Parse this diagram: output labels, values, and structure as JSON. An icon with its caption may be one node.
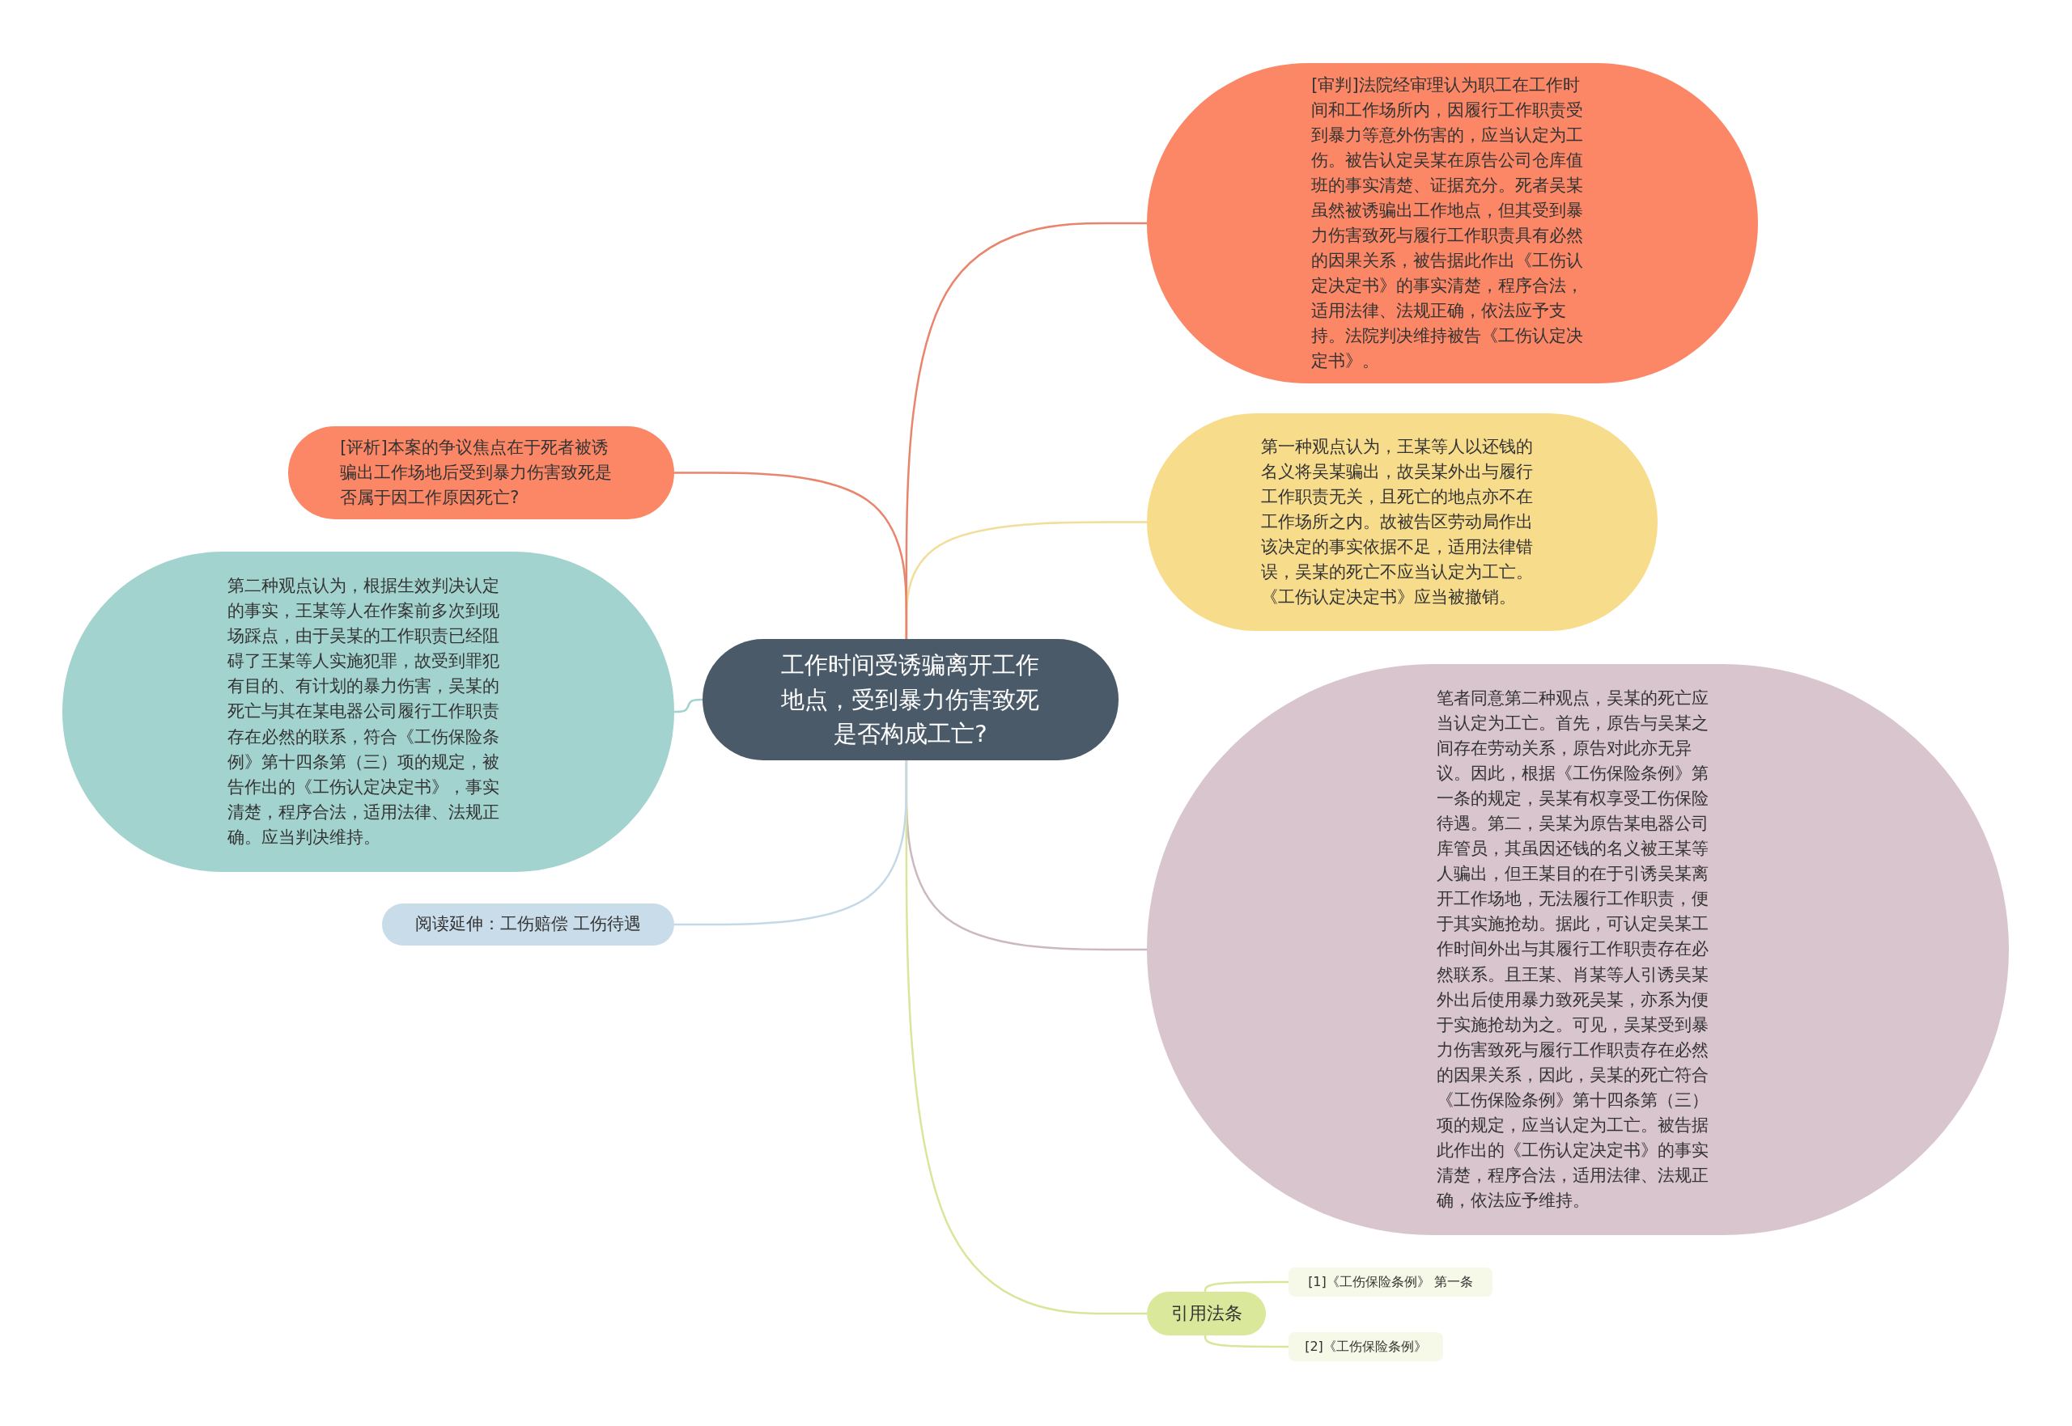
{
  "diagram": {
    "nodes": [
      {
        "text": [
          "工作时间受诱骗离开工作地点，受到暴力伤害致死是否构成工亡?"
        ]
      },
      {
        "text": [
          "[审判]法院经审理认为职工在工作时间和工作场所内，因履行工作职责受到暴力等意外伤害的，应当认定为工伤。被告认定吴某在原告公司仓库值班的事实清楚、证据充分。死者吴某虽然被诱骗出工作地点，但其受到暴力伤害致死与履行工作职责具有必然的因果关系，被告据此作出《工伤认定决定书》的事实清楚，程序合法，适用法律、法规正确，依法应予支持。法院判决维持被告《工伤认定决定书》。"
        ]
      },
      {
        "text": [
          "第一种观点认为，王某等人以还钱的名义将吴某骗出，故吴某外出与履行工作职责无关，且死亡的地点亦不在工作场所之内。故被告区劳动局作出该决定的事实依据不足，适用法律错误，吴某的死亡不应当认定为工亡。《工伤认定决定书》应当被撤销。"
        ]
      },
      {
        "text": [
          "笔者同意第二种观点，吴某的死亡应当认定为工亡。首先，原告与吴某之间存在劳动关系，原告对此亦无异议。因此，根据《工伤保险条例》第一条的规定，吴某有权享受工伤保险待遇。第二，吴某为原告某电器公司库管员，其虽因还钱的名义被王某等人骗出，但王某目的在于引诱吴某离开工作场地，无法履行工作职责，便于其实施抢劫。据此，可认定吴某工作时间外出与其履行工作职责存在必然联系。且王某、肖某等人引诱吴某外出后使用暴力致死吴某，亦系为便于实施抢劫为之。可见，吴某受到暴力伤害致死与履行工作职责存在必然的因果关系，因此，吴某的死亡符合《工伤保险条例》第十四条第（三）项的规定，应当认定为工亡。被告据此作出的《工伤认定决定书》的事实清楚，程序合法，适用法律、法规正确，依法应予维持。"
        ]
      },
      {
        "text": [
          "引用法条"
        ]
      },
      {
        "text": [
          "[1]《工伤保险条例》 第一条"
        ]
      },
      {
        "text": [
          "[2]《工伤保险条例》"
        ]
      },
      {
        "text": [
          "[评析]本案的争议焦点在于死者被诱骗出工作场地后受到暴力伤害致死是否属于因工作原因死亡?"
        ]
      },
      {
        "text": [
          "第二种观点认为，根据生效判决认定的事实，王某等人在作案前多次到现场踩点，由于吴某的工作职责已经阻碍了王某等人实施犯罪，故受到罪犯有目的、有计划的暴力伤害，吴某的死亡与其在某电器公司履行工作职责存在必然的联系，符合《工伤保险条例》第十四条第（三）项的规定，被告作出的《工伤认定决定书》，事实清楚，程序合法，适用法律、法规正确。应当判决维持。"
        ]
      },
      {
        "text": [
          "阅读延伸：工伤赔偿 工伤待遇"
        ]
      }
    ],
    "edges": [
      {
        "from": 0,
        "to": 1,
        "arrow": "none",
        "color": "#e8856c"
      },
      {
        "from": 0,
        "to": 2,
        "arrow": "none",
        "color": "#f1de98"
      },
      {
        "from": 0,
        "to": 3,
        "arrow": "none",
        "color": "#ccb8c1"
      },
      {
        "from": 0,
        "to": 4,
        "arrow": "none",
        "color": "#d8e69a"
      },
      {
        "from": 4,
        "to": 5,
        "arrow": "none",
        "color": "#d8e69a"
      },
      {
        "from": 4,
        "to": 6,
        "arrow": "none",
        "color": "#d8e69a"
      },
      {
        "from": 0,
        "to": 7,
        "arrow": "none",
        "color": "#e8856c"
      },
      {
        "from": 0,
        "to": 8,
        "arrow": "none",
        "color": "#a3d3cf"
      },
      {
        "from": 0,
        "to": 9,
        "arrow": "none",
        "color": "#c4d9e8"
      }
    ]
  }
}
